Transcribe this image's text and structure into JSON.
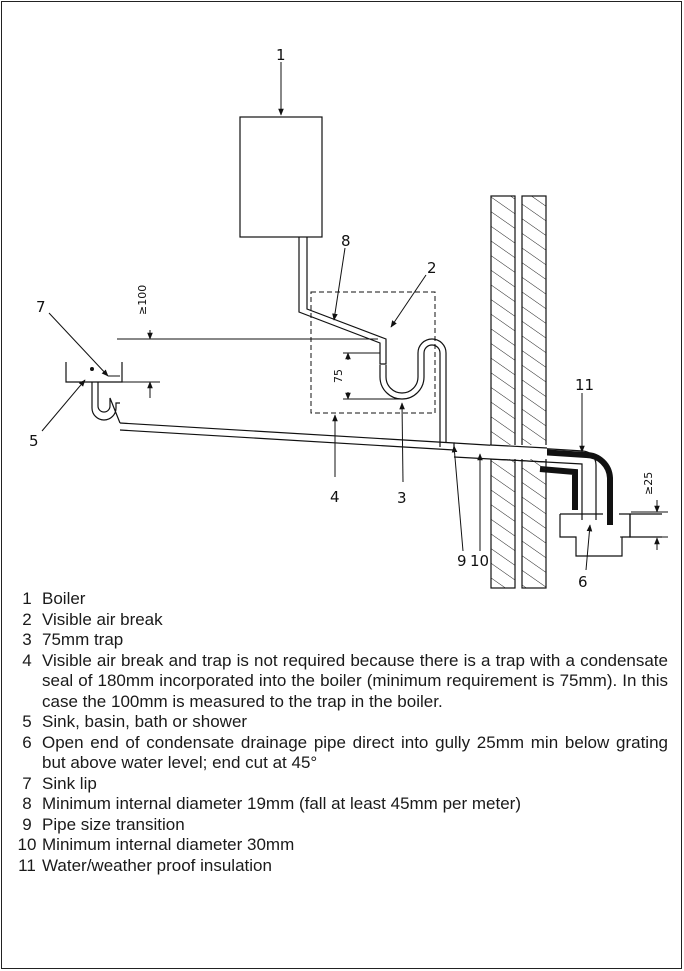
{
  "diagram": {
    "callouts": {
      "c1": "1",
      "c2": "2",
      "c3": "3",
      "c4": "4",
      "c5": "5",
      "c6": "6",
      "c7": "7",
      "c8": "8",
      "c9": "9",
      "c10": "10",
      "c11": "11"
    },
    "dimensions": {
      "d100": "≥100",
      "d75": "75",
      "d25": "≥25"
    }
  },
  "legend": [
    {
      "num": "1",
      "text": "Boiler"
    },
    {
      "num": "2",
      "text": "Visible air break"
    },
    {
      "num": "3",
      "text": "75mm trap"
    },
    {
      "num": "4",
      "text": "Visible air break and trap is not required because there is a trap with a condensate seal of 180mm incorporated into the boiler (minimum requirement is 75mm). In this case the 100mm is measured to the trap in the boiler."
    },
    {
      "num": "5",
      "text": "Sink, basin, bath or shower"
    },
    {
      "num": "6",
      "text": "Open end of condensate drainage pipe direct into gully 25mm min below grating but above water level; end cut at 45°"
    },
    {
      "num": "7",
      "text": "Sink lip"
    },
    {
      "num": "8",
      "text": "Minimum internal diameter 19mm (fall at least 45mm per meter)"
    },
    {
      "num": "9",
      "text": "Pipe size transition"
    },
    {
      "num": "10",
      "text": "Minimum internal diameter 30mm"
    },
    {
      "num": "11",
      "text": "Water/weather proof insulation"
    }
  ]
}
